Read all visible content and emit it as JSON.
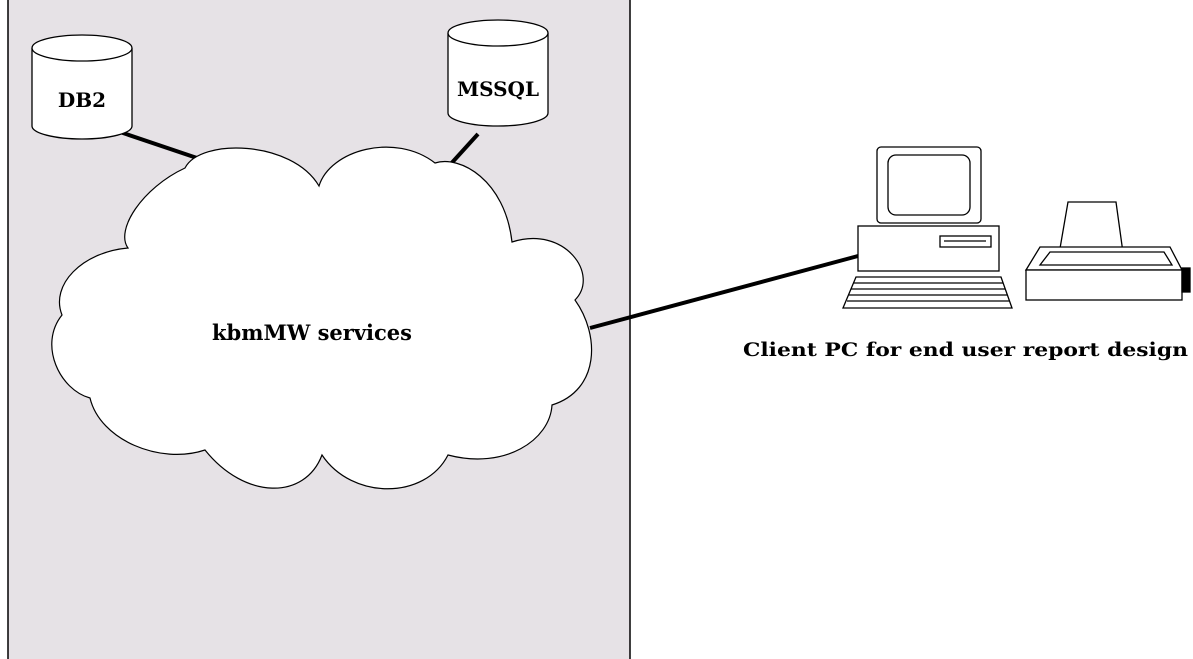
{
  "diagram": {
    "databases": [
      {
        "label": "DB2",
        "icon": "database-cylinder-icon"
      },
      {
        "label": "MSSQL",
        "icon": "database-cylinder-icon"
      }
    ],
    "cloud": {
      "label": "kbmMW services",
      "icon": "cloud-shape"
    },
    "client": {
      "label": "Client PC for end user report design",
      "icons": [
        "computer-icon",
        "printer-icon"
      ]
    },
    "colors": {
      "server_panel": "#e6e2e6",
      "outline": "#000000",
      "shape_fill": "#ffffff"
    }
  }
}
